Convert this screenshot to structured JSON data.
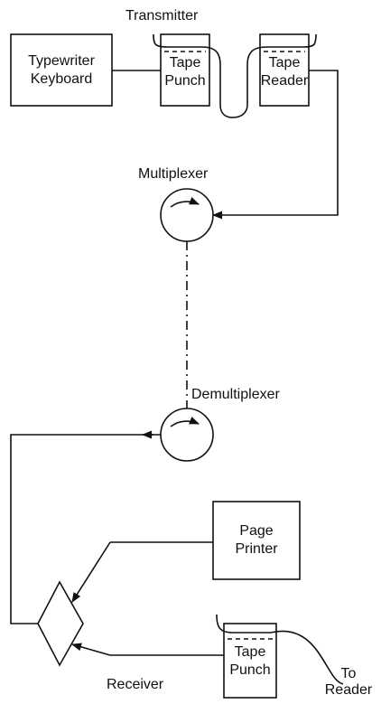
{
  "diagram": {
    "transmitter": {
      "title": "Transmitter",
      "keyboard": {
        "line1": "Typewriter",
        "line2": "Keyboard"
      },
      "tape_punch": {
        "line1": "Tape",
        "line2": "Punch"
      },
      "tape_reader": {
        "line1": "Tape",
        "line2": "Reader"
      }
    },
    "multiplexer": "Multiplexer",
    "demultiplexer": "Demultiplexer",
    "receiver": {
      "title": "Receiver",
      "page_printer": {
        "line1": "Page",
        "line2": "Printer"
      },
      "tape_punch": {
        "line1": "Tape",
        "line2": "Punch"
      },
      "to_reader": {
        "line1": "To",
        "line2": "Reader"
      }
    }
  },
  "colors": {
    "ink": "#111111",
    "background": "#ffffff"
  }
}
